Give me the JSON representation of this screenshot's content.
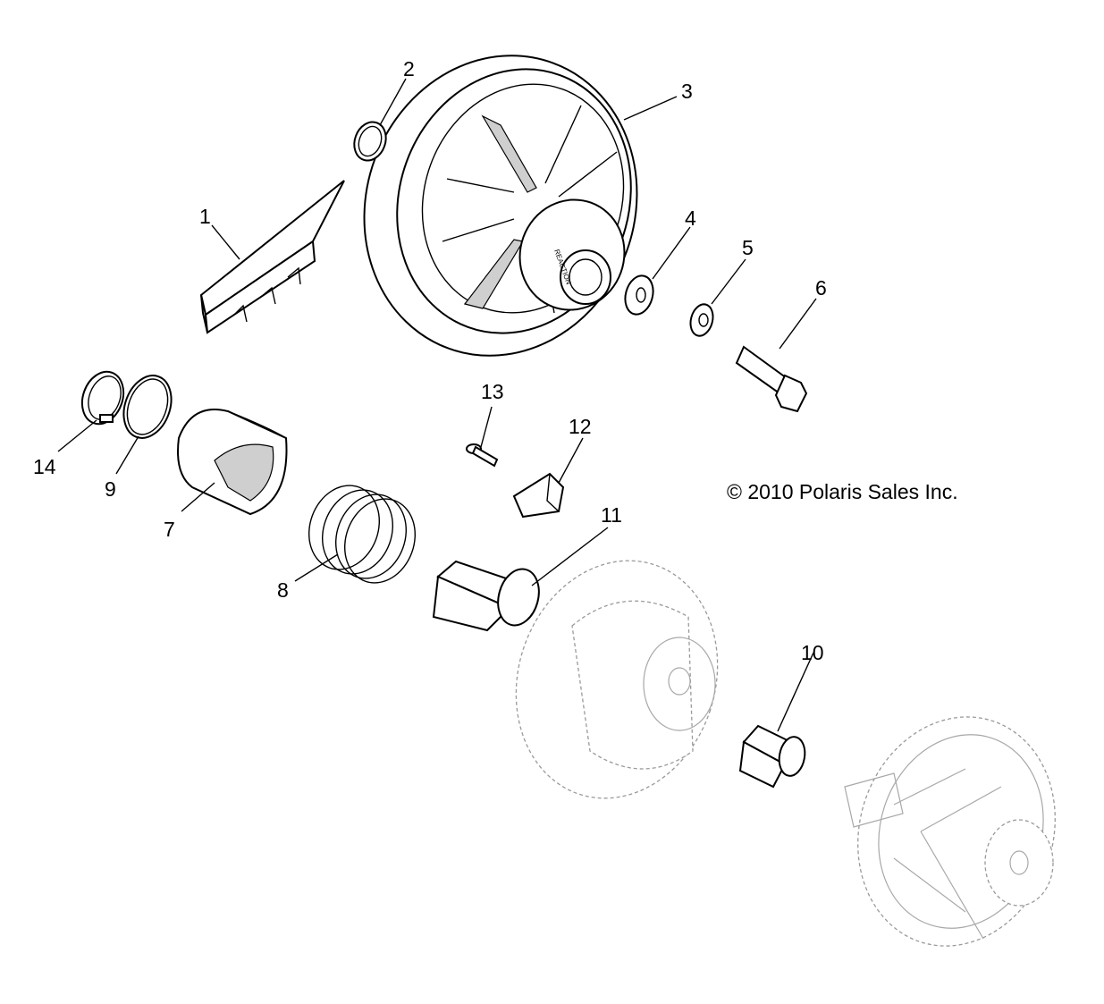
{
  "diagram": {
    "copyright": "© 2010 Polaris Sales Inc.",
    "callouts": [
      "1",
      "2",
      "3",
      "4",
      "5",
      "6",
      "7",
      "8",
      "9",
      "10",
      "11",
      "12",
      "13",
      "14"
    ],
    "markings": {
      "sheave_text": "REACTION"
    }
  }
}
